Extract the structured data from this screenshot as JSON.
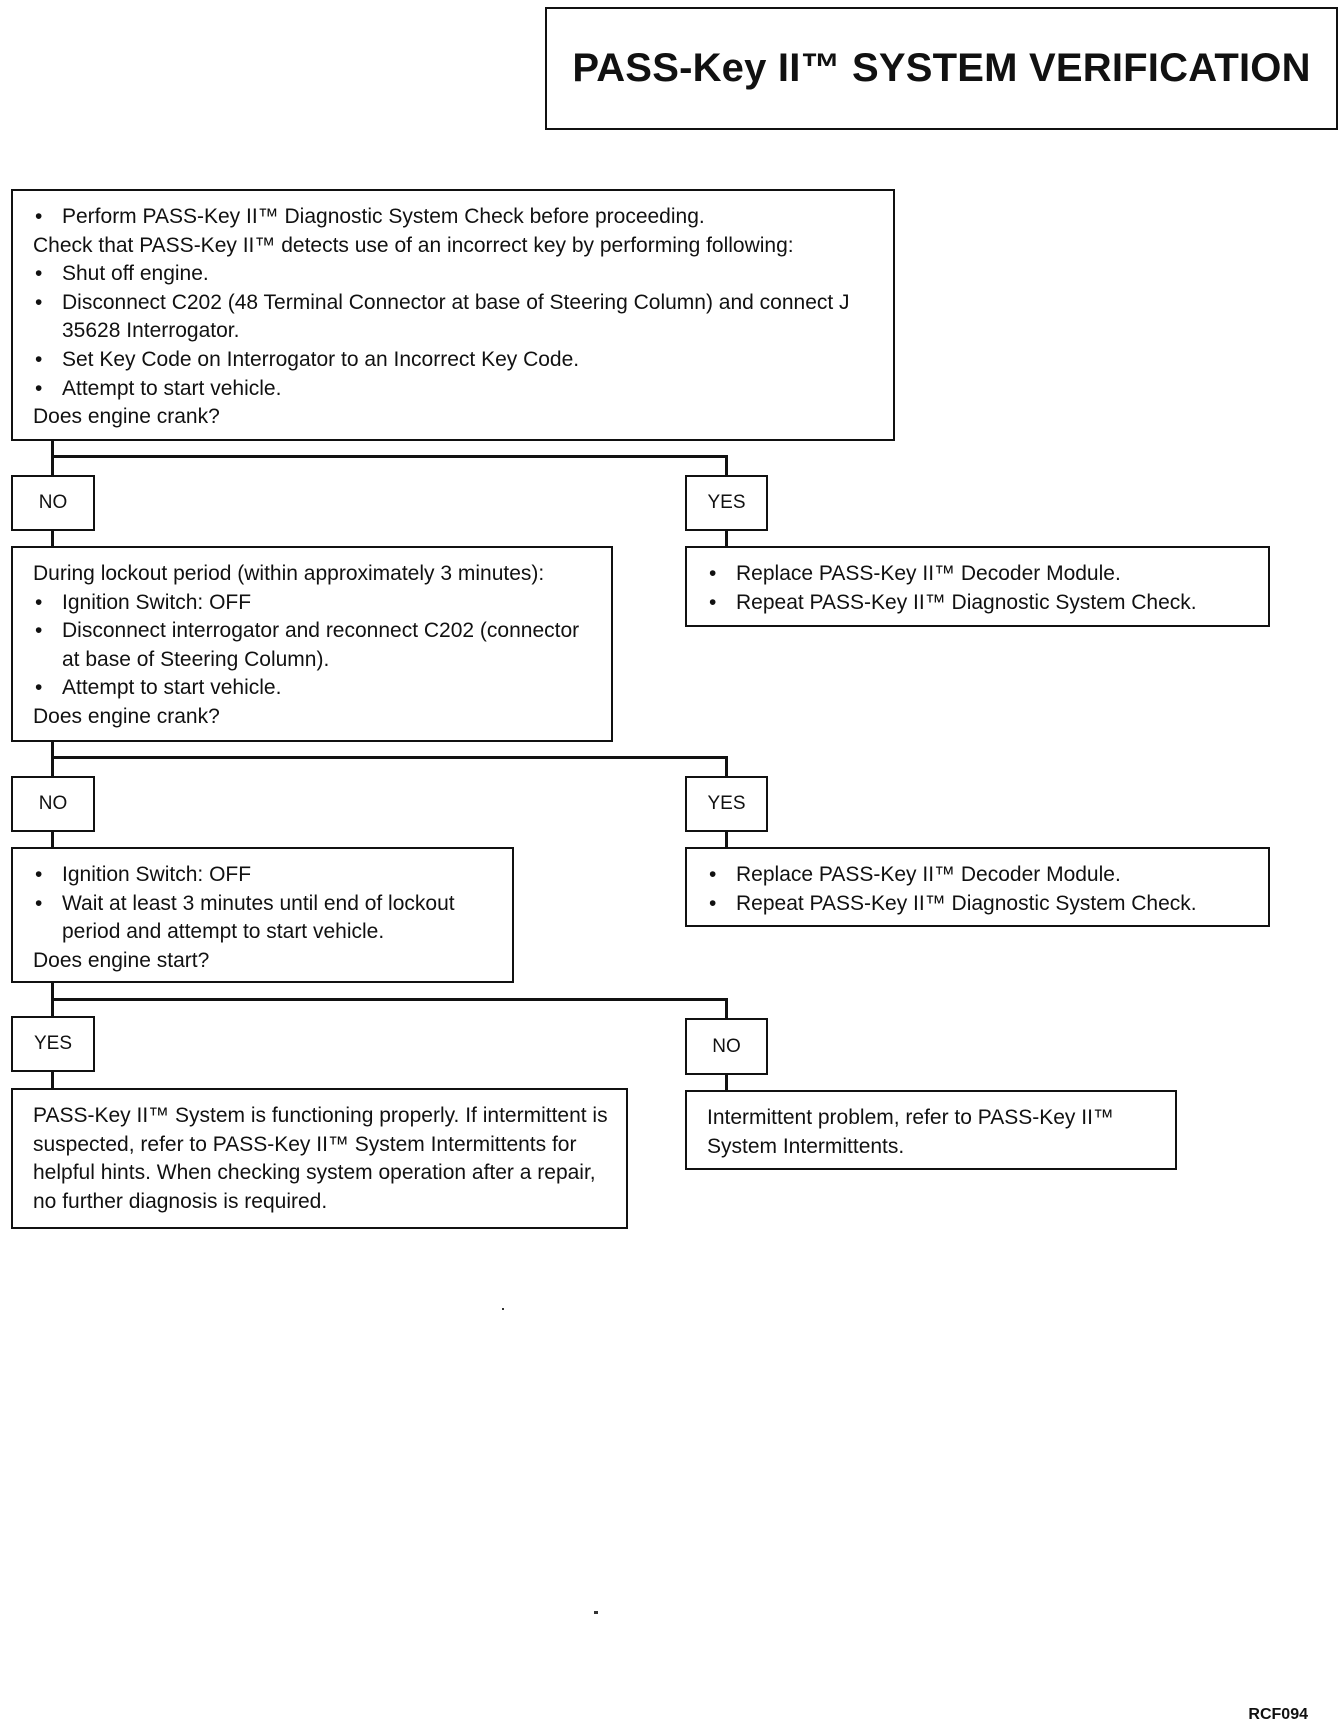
{
  "title": "PASS-Key II™ SYSTEM VERIFICATION",
  "step1": {
    "bullet1": "Perform PASS-Key II™ Diagnostic System Check before proceeding.",
    "intro": "Check that PASS-Key II™ detects use of an incorrect key by performing following:",
    "bullets": [
      "Shut off engine.",
      "Disconnect C202 (48 Terminal Connector at base of Steering Column) and connect J 35628 Interrogator.",
      "Set Key Code on Interrogator to an Incorrect Key Code.",
      "Attempt to start vehicle."
    ],
    "question": "Does engine crank?"
  },
  "branch1": {
    "no": "NO",
    "yes": "YES"
  },
  "step2": {
    "intro": "During lockout period (within approximately 3 minutes):",
    "bullets": [
      "Ignition Switch:  OFF",
      "Disconnect interrogator and reconnect C202 (connector at base of Steering Column).",
      "Attempt to start vehicle."
    ],
    "question": "Does engine crank?"
  },
  "result1": {
    "bullets": [
      "Replace PASS-Key II™ Decoder Module.",
      "Repeat PASS-Key II™ Diagnostic System Check."
    ]
  },
  "branch2": {
    "no": "NO",
    "yes": "YES"
  },
  "step3": {
    "bullets": [
      "Ignition Switch:  OFF",
      "Wait at least 3 minutes until end of lockout period and attempt to start vehicle."
    ],
    "question": "Does engine start?"
  },
  "result2": {
    "bullets": [
      "Replace PASS-Key II™ Decoder Module.",
      "Repeat PASS-Key II™ Diagnostic System Check."
    ]
  },
  "branch3": {
    "yes": "YES",
    "no": "NO"
  },
  "result3": {
    "text": "PASS-Key II™ System is functioning properly. If intermittent is suspected, refer to PASS-Key II™ System Intermittents for helpful hints. When checking system operation after a repair, no further diagnosis is required."
  },
  "result4": {
    "text": "Intermittent problem, refer to PASS-Key II™ System Intermittents."
  },
  "figure_code": "RCF094"
}
